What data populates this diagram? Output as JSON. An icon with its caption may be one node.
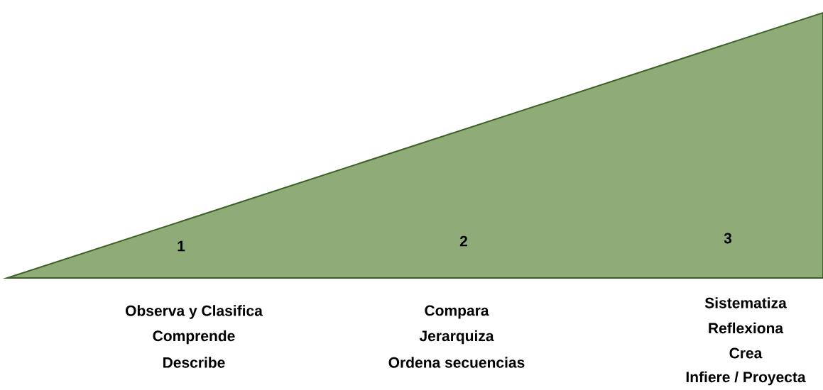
{
  "diagram": {
    "nodes": [
      {
        "text": [
          "1",
          "2",
          "3"
        ]
      }
    ],
    "labels": [
      "Observa y Clasifica",
      "Comprende",
      "Describe",
      "Compara",
      "Jerarquiza",
      "Ordena secuencias",
      "Sistematiza",
      "Reflexiona",
      "Crea",
      "Infiere / Proyecta"
    ]
  }
}
